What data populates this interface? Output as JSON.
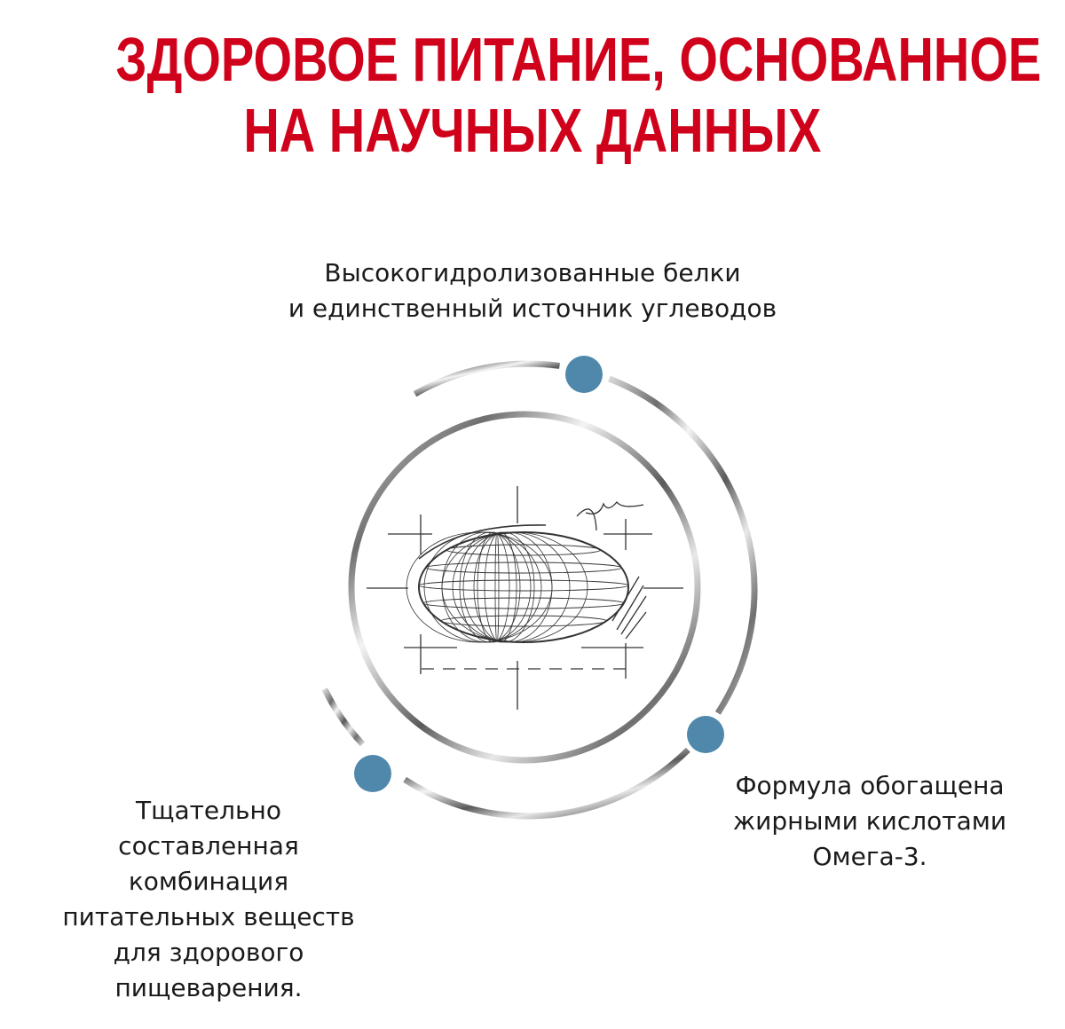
{
  "title": {
    "line1": "ЗДОРОВОЕ ПИТАНИЕ, ОСНОВАННОЕ",
    "line2": "НА НАУЧНЫХ ДАННЫХ"
  },
  "features": [
    {
      "lines": [
        "Высокогидролизованные белки",
        "и единственный источник углеводов"
      ]
    },
    {
      "lines": [
        "Формула обогащена",
        "жирными кислотами",
        "Омега-3."
      ]
    },
    {
      "lines": [
        "Тщательно",
        "составленная",
        "комбинация",
        "питательных веществ",
        "для здорового",
        "пищеварения."
      ]
    }
  ],
  "colors": {
    "title": "#d0021b",
    "dot": "#4f88aa",
    "text": "#1a1a1a"
  },
  "icons": {
    "center": "kibble-sketch-icon"
  }
}
